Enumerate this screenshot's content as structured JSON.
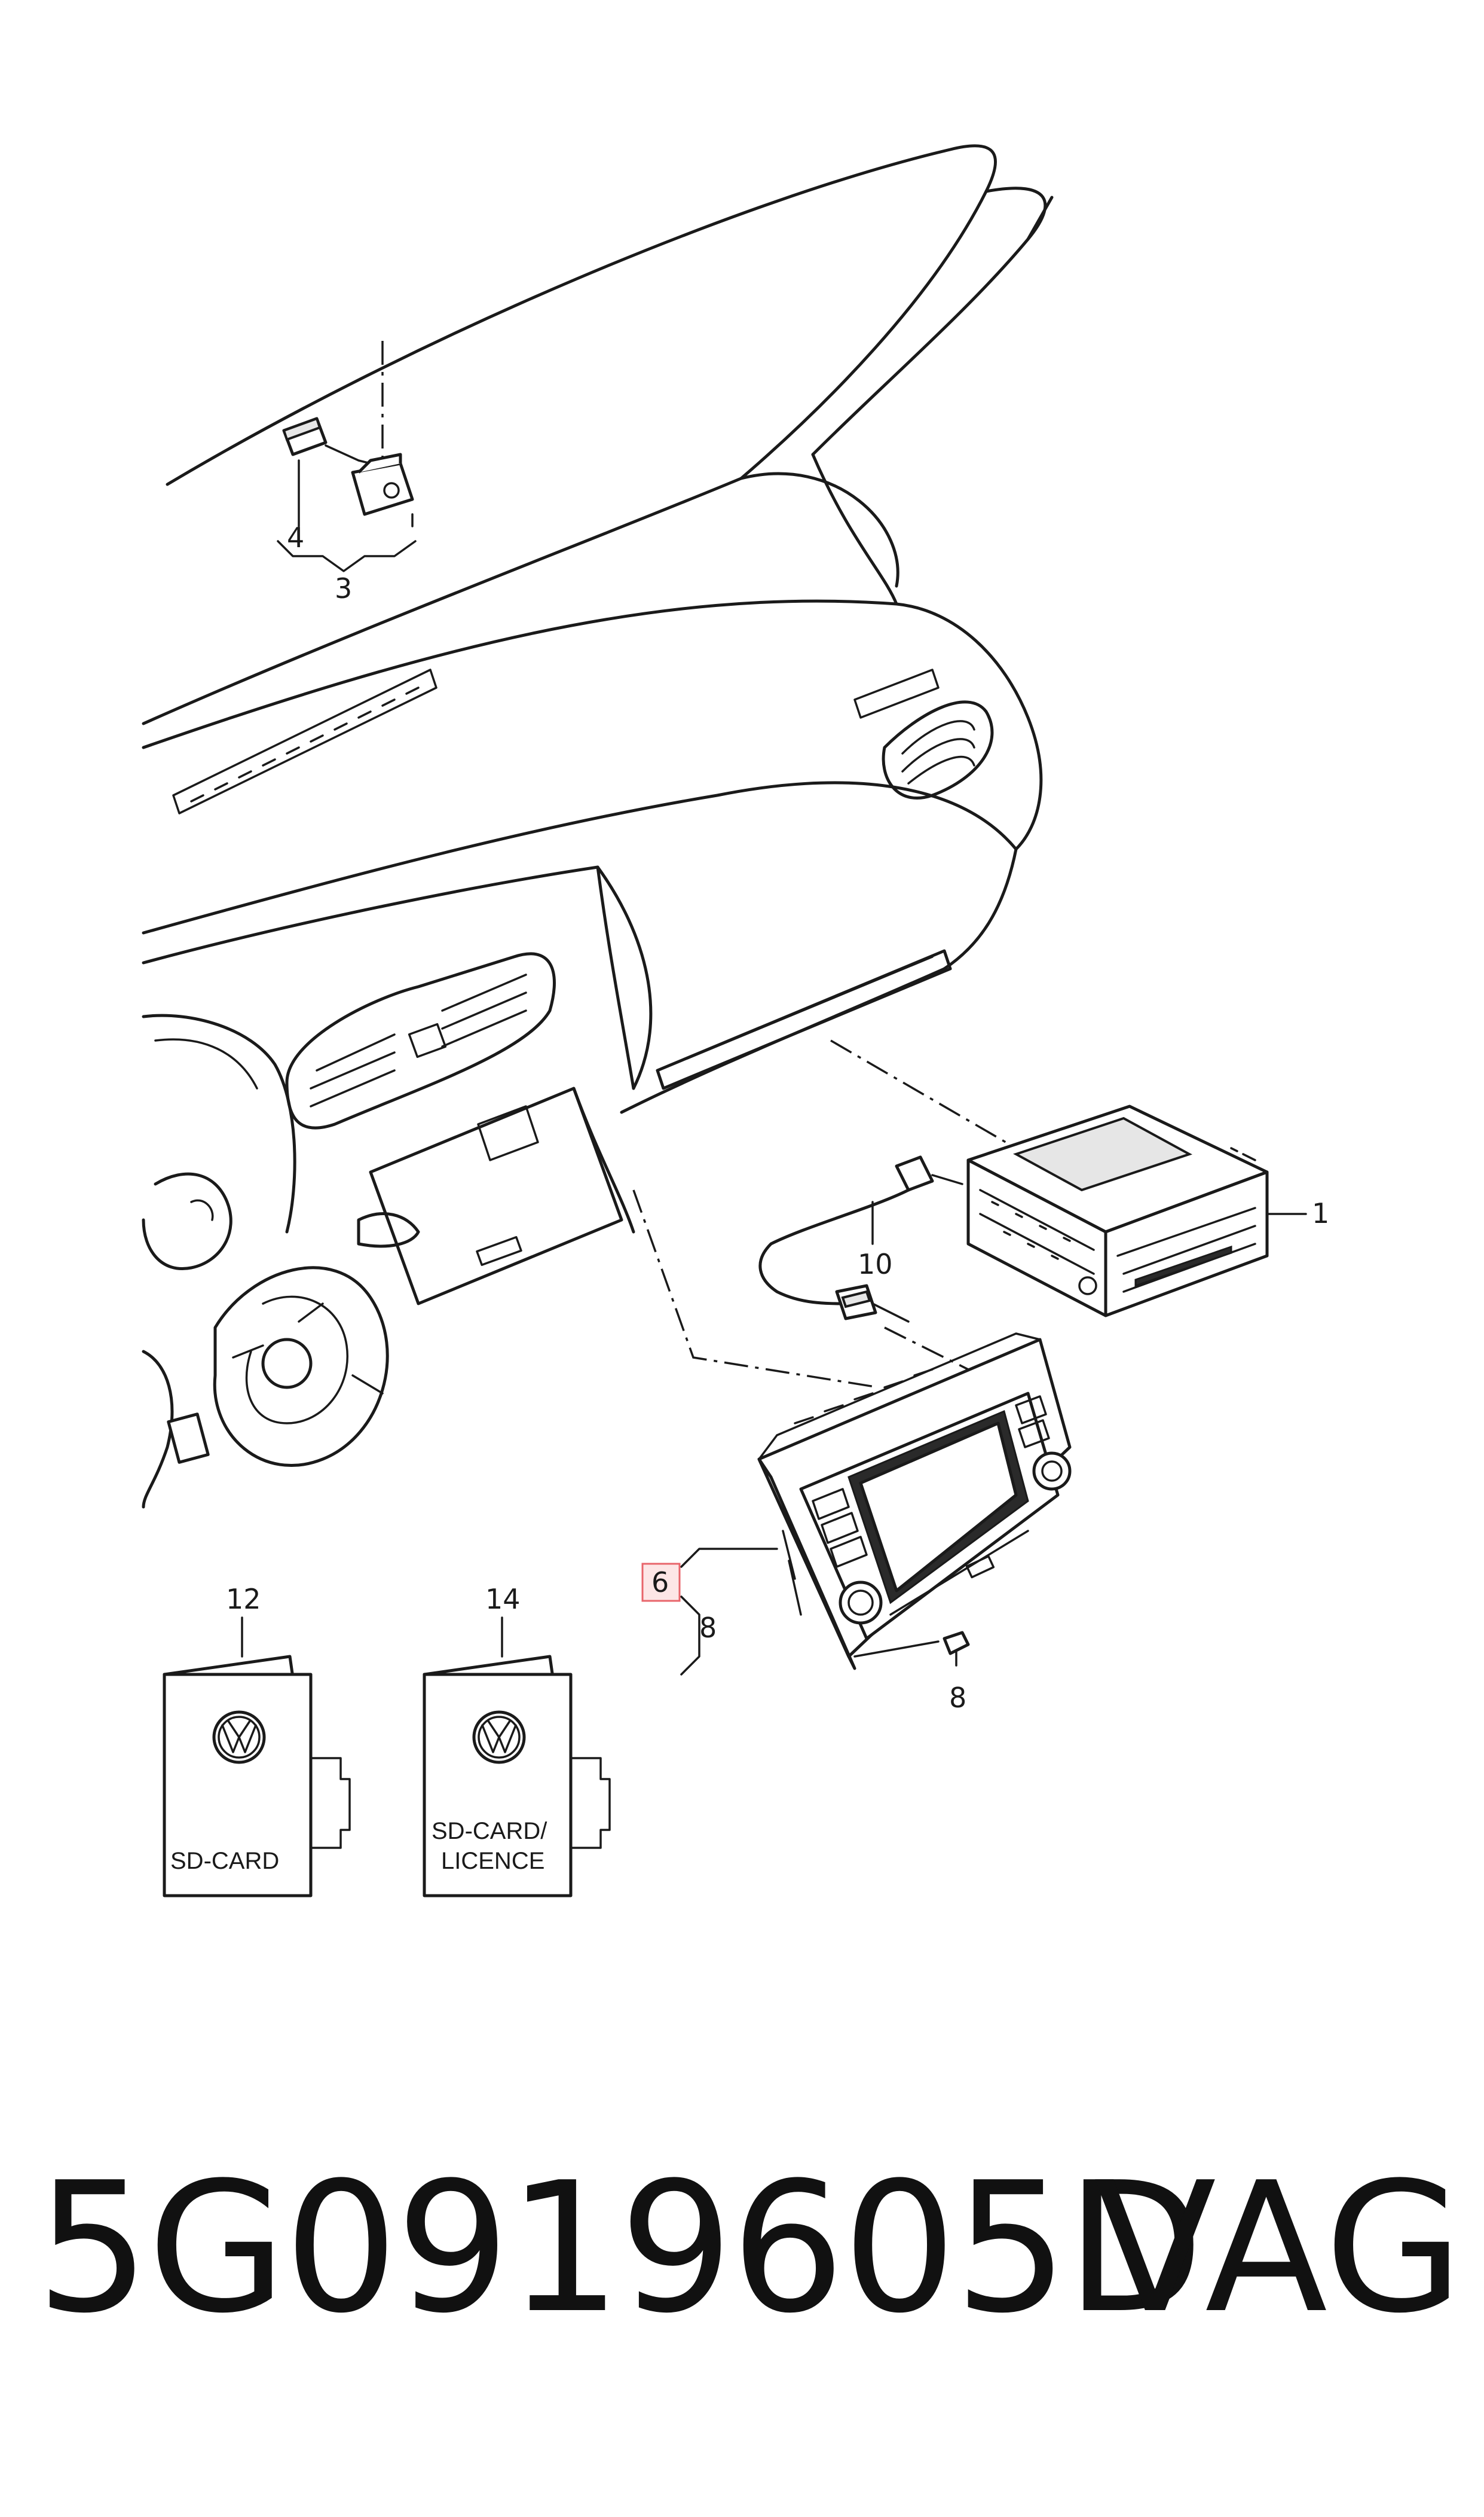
{
  "callouts": {
    "c1": "1",
    "c3": "3",
    "c4": "4",
    "c6": "6",
    "c8a": "8",
    "c8b": "8",
    "c10": "10",
    "c12": "12",
    "c14": "14"
  },
  "booklets": {
    "sd_card": "SD-CARD",
    "licence_line1": "SD-CARD/",
    "licence_line2": "LICENCE"
  },
  "footer": {
    "part_number": "5G0919605D",
    "brand": "VAG"
  },
  "colors": {
    "line": "#1a1a1a",
    "highlight_fill": "#fde6e6",
    "highlight_stroke": "#e8656b"
  }
}
